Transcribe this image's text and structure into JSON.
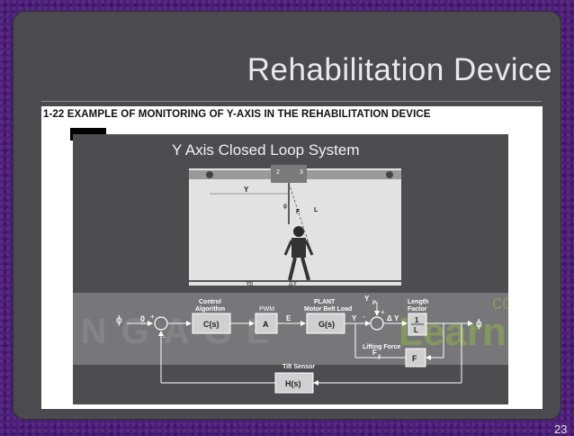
{
  "slide": {
    "title": "Rehabilitation Device",
    "page_number": "23"
  },
  "figure": {
    "heading": "1-22   EXAMPLE OF MONITORING OF Y-AXIS IN THE REHABILITATION DEVICE",
    "panel_title": "Y Axis Closed Loop System",
    "mechanism": {
      "y_label": "Y",
      "f_label": "F",
      "l_label": "L",
      "yp_label": "Yp",
      "dy_label": "ΔY",
      "phi_label": "ϕ",
      "node_labels": [
        "2",
        "3"
      ]
    },
    "watermark": {
      "left": "ENGAGE",
      "right": "Learnin",
      "top": "corn"
    },
    "block_diagram": {
      "input": "ϕ = 0",
      "input_prefix": "ϕ",
      "input_value": "0",
      "control_label_1": "Control",
      "control_label_2": "Algorithm",
      "control_block": "C(s)",
      "pwm_label": "PWM",
      "amp_block": "A",
      "e_signal": "E",
      "plant_label_1": "PLANT",
      "plant_label_2": "Motor Belt Load",
      "plant_block": "G(s)",
      "y_signal": "Y",
      "yp_label": "Y",
      "yp_sub": "P",
      "dy_signal": "Δ Y",
      "length_label_1": "Length",
      "length_label_2": "Factor",
      "length_num": "1",
      "length_den": "L",
      "output": "ϕ",
      "lifting_force_label": "Lifting Force",
      "fy_signal": "F",
      "fy_sub": "y",
      "force_block": "F",
      "tilt_label": "Tilt Sensor",
      "tilt_block": "H(s)",
      "minus_1": "-",
      "plus_1": "+",
      "minus_2": "-",
      "plus_2": "+"
    }
  }
}
